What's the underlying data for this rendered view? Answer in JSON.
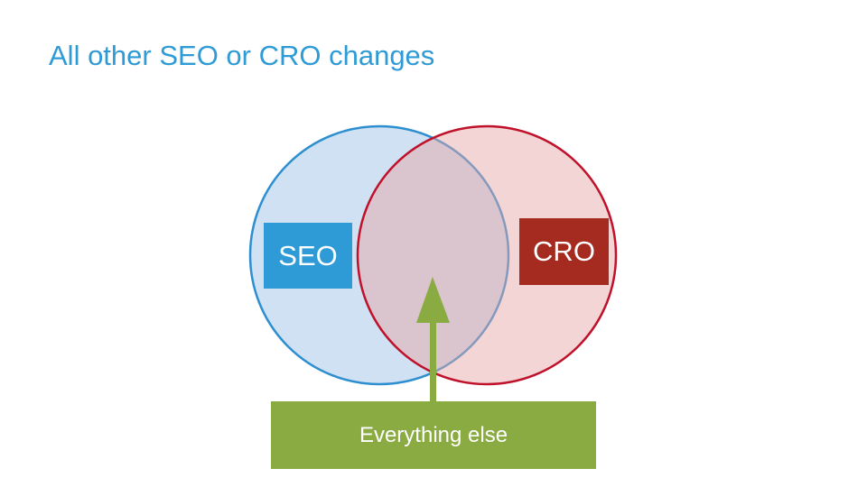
{
  "slide": {
    "title": "All other SEO or CRO changes"
  },
  "diagram": {
    "sets": [
      {
        "label": "SEO",
        "color": "#2e9bd6"
      },
      {
        "label": "CRO",
        "color": "#a52a1f"
      }
    ],
    "pointer_label": "Everything else",
    "pointer_color": "#8aaa42"
  }
}
